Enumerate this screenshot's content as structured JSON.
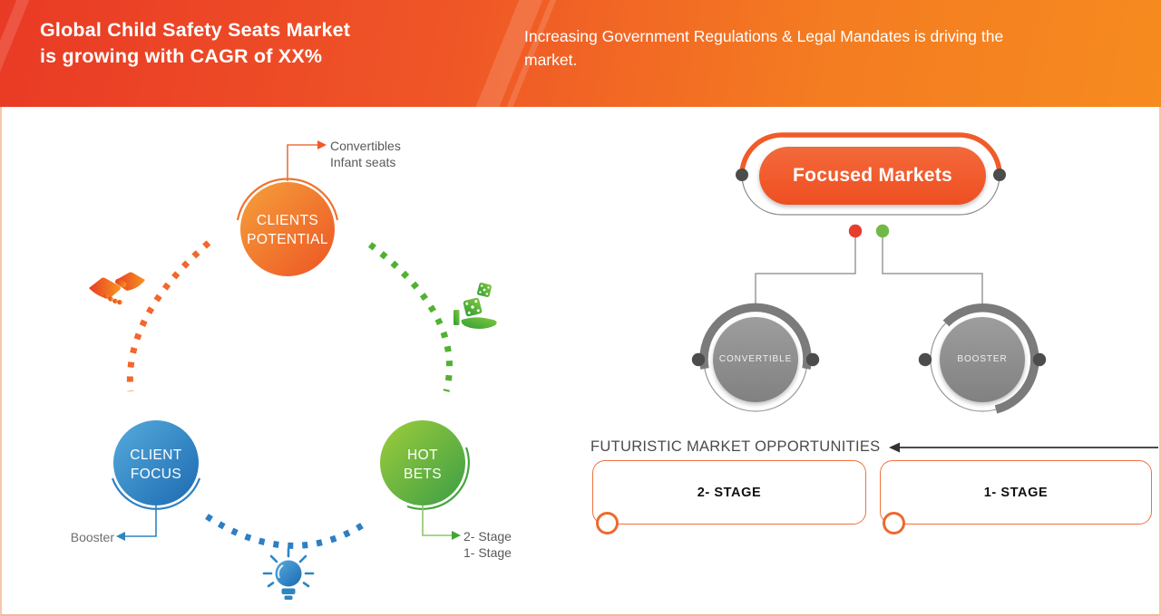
{
  "header": {
    "title_line1": "Global Child Safety Seats Market",
    "title_line2": "is growing with CAGR of XX%",
    "subtitle": "Increasing Government Regulations & Legal Mandates is driving the market."
  },
  "cycle": {
    "circles": [
      {
        "line1": "CLIENTS",
        "line2": "POTENTIAL",
        "callout1": "Convertibles",
        "callout2": "Infant seats"
      },
      {
        "line1": "CLIENT",
        "line2": "FOCUS",
        "callout1": "Booster"
      },
      {
        "line1": "HOT",
        "line2": "BETS",
        "callout1": "2- Stage",
        "callout2": "1- Stage"
      }
    ],
    "icons": [
      "handshake-icon",
      "dice-hand-icon",
      "lightbulb-icon"
    ]
  },
  "focused": {
    "pill_label": "Focused Markets",
    "nodes": [
      {
        "label": "CONVERTIBLE"
      },
      {
        "label": "BOOSTER"
      }
    ],
    "opportunities_title": "FUTURISTIC MARKET OPPORTUNITIES",
    "stages": [
      {
        "label": "2- STAGE"
      },
      {
        "label": "1- STAGE"
      }
    ]
  },
  "colors": {
    "header_gradient_left": "#e93a25",
    "header_gradient_right": "#f68b1f",
    "accent_orange": "#f15a29",
    "accent_blue": "#2e86c1",
    "accent_green": "#4db02f",
    "gray_node": "#8c8c8c",
    "dot_red": "#e73d2c",
    "dot_green": "#73b844",
    "frame_border": "#f6c6ad",
    "text_gray": "#58595b"
  }
}
